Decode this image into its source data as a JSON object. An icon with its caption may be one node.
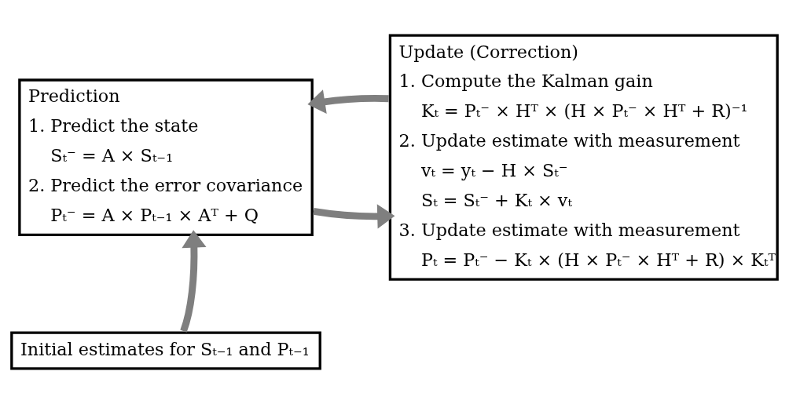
{
  "diagram": {
    "nodes": [
      {
        "text": [
          "Prediction",
          "1. Predict the state",
          "Sₜ⁻ = A × Sₜ₋₁",
          "2. Predict the error covariance",
          "Pₜ⁻ = A × Pₜ₋₁ × Aᵀ + Q"
        ]
      },
      {
        "text": [
          "Update (Correction)",
          "1. Compute the Kalman gain",
          "Kₜ = Pₜ⁻ × Hᵀ × (H × Pₜ⁻ × Hᵀ + R)⁻¹",
          "2. Update estimate with measurement",
          "vₜ = yₜ − H × Sₜ⁻",
          "Sₜ = Sₜ⁻ + Kₜ × vₜ",
          "3. Update estimate with measurement",
          "Pₜ = Pₜ⁻ − Kₜ × (H × Pₜ⁻ × Hᵀ + R) × Kₜᵀ"
        ]
      },
      {
        "text": [
          "Initial estimates for Sₜ₋₁ and Pₜ₋₁"
        ]
      }
    ],
    "edges": [
      {
        "from": 0,
        "to": 1,
        "arrow": "to"
      },
      {
        "from": 1,
        "to": 0,
        "arrow": "to"
      },
      {
        "from": 2,
        "to": 0,
        "arrow": "to"
      }
    ]
  }
}
